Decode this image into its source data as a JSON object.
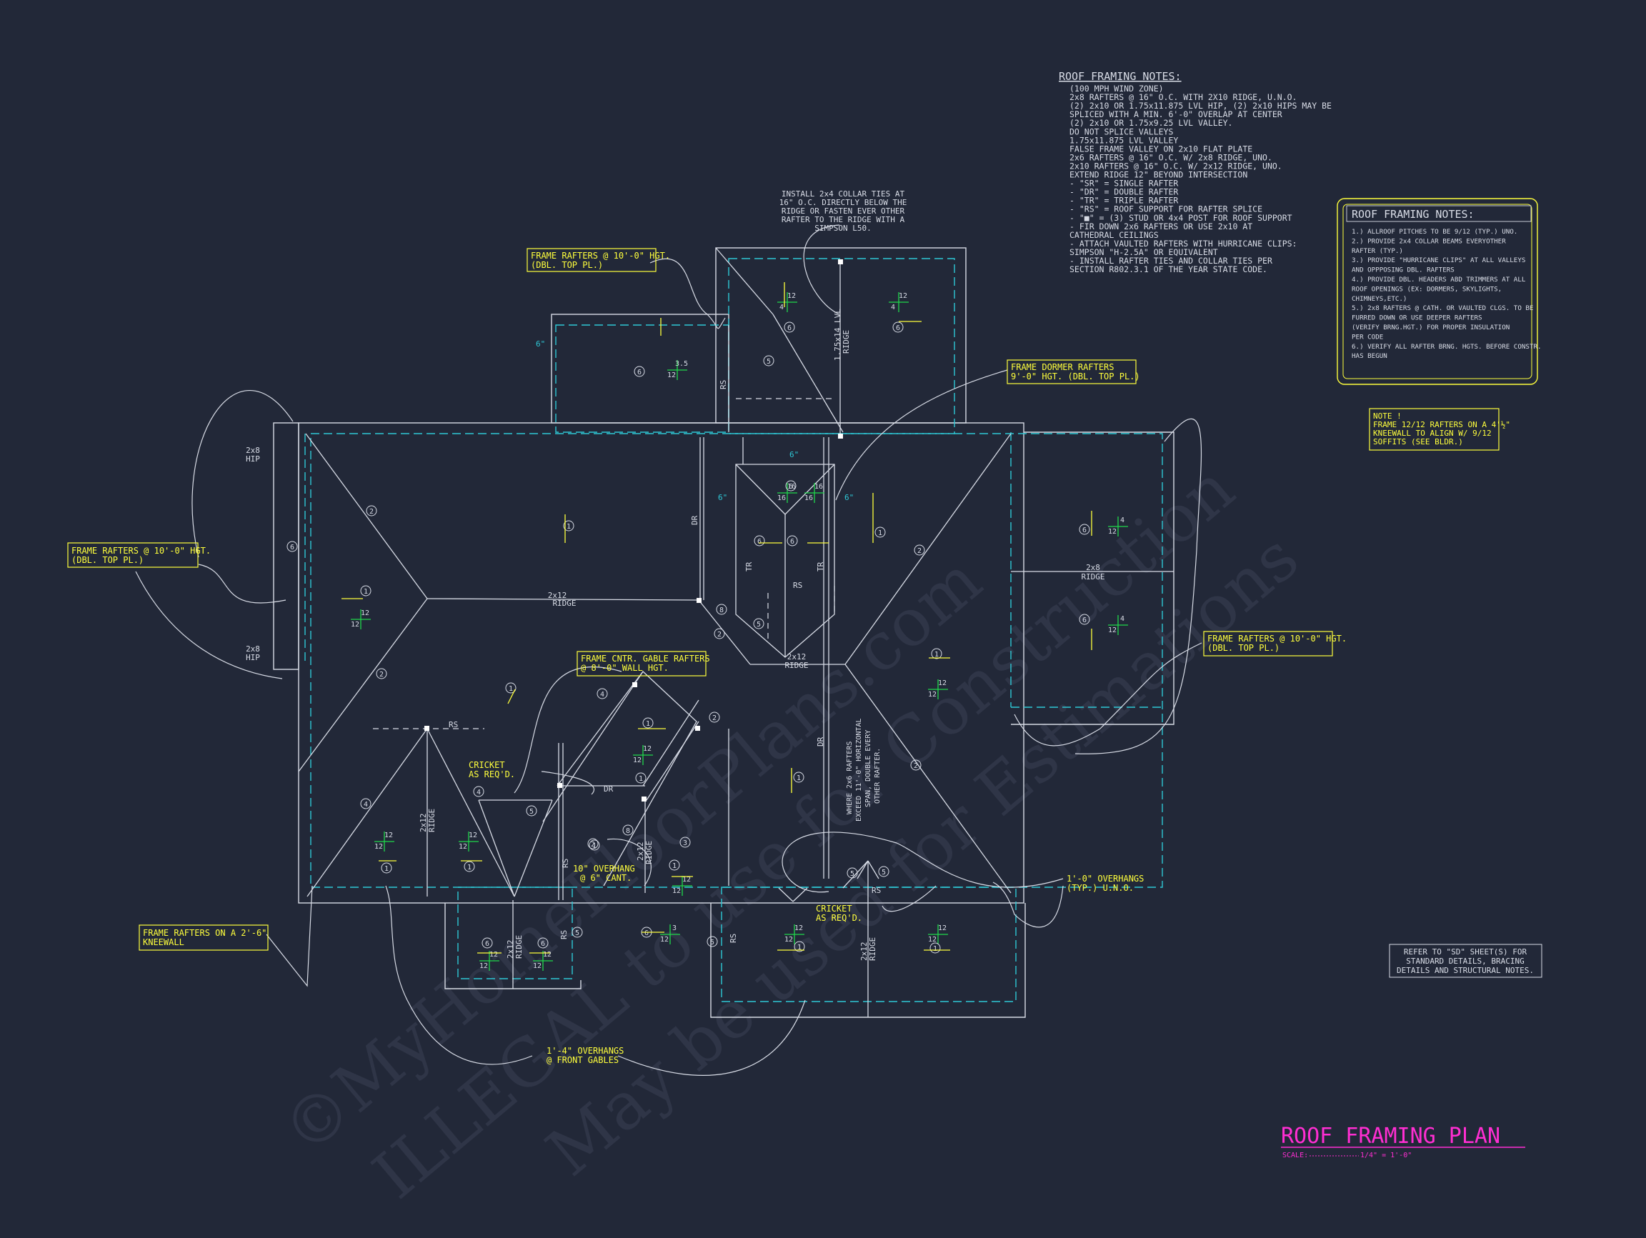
{
  "colors": {
    "background": "#222838",
    "line": "#d8dce6",
    "dashed": "#2ec8d6",
    "callout": "#ffff3c",
    "title": "#ff2ed2",
    "green": "#1fd84a",
    "watermark": "#3a4054"
  },
  "watermark": {
    "line1": "©MyHomeFloorPlans.com",
    "line2": "ILLEGAL to use for Construction",
    "line3": "May be used for Estimations"
  },
  "framing_notes_main": {
    "title": "ROOF FRAMING NOTES:",
    "lines": [
      "(100 MPH WIND ZONE)",
      "2x8 RAFTERS @ 16\" O.C. WITH 2X10 RIDGE, U.N.O.",
      "(2) 2x10 OR 1.75x11.875 LVL HIP, (2) 2x10 HIPS MAY BE",
      "SPLICED WITH A MIN. 6'-0\" OVERLAP AT CENTER",
      "(2) 2x10 OR 1.75x9.25 LVL VALLEY.",
      "DO NOT SPLICE VALLEYS",
      "1.75x11.875 LVL VALLEY",
      "FALSE FRAME VALLEY ON 2x10 FLAT PLATE",
      "2x6 RAFTERS @ 16\" O.C. W/ 2x8 RIDGE, UNO.",
      "2x10 RAFTERS @ 16\" O.C. W/ 2x12 RIDGE, UNO.",
      "EXTEND RIDGE 12\" BEYOND INTERSECTION",
      "- \"SR\" = SINGLE RAFTER",
      "- \"DR\" = DOUBLE RAFTER",
      "- \"TR\" = TRIPLE RAFTER",
      "- \"RS\" = ROOF SUPPORT FOR RAFTER SPLICE",
      "- \"■\" = (3) STUD OR 4x4 POST FOR ROOF SUPPORT",
      "- FIR DOWN 2x6 RAFTERS OR USE 2x10 AT",
      "  CATHEDRAL CEILINGS",
      "- ATTACH VAULTED RAFTERS WITH HURRICANE CLIPS:",
      "  SIMPSON \"H-2.5A\" OR EQUIVALENT",
      "- INSTALL RAFTER TIES AND COLLAR TIES PER",
      "  SECTION R802.3.1 OF THE YEAR STATE CODE."
    ]
  },
  "framing_notes_box": {
    "title": "ROOF FRAMING NOTES:",
    "lines": [
      "1.) ALLROOF PITCHES TO BE 9/12 (TYP.) UNO.",
      "2.) PROVIDE 2x4 COLLAR BEAMS EVERYOTHER",
      "    RAFTER (TYP.)",
      "3.) PROVIDE \"HURRICANE CLIPS\" AT ALL VALLEYS",
      "    AND OPPPOSING DBL. RAFTERS",
      "4.) PROVIDE DBL. HEADERS ABD TRIMMERS AT ALL",
      "    ROOF OPENINGS (EX: DORMERS, SKYLIGHTS,",
      "    CHIMNEYS,ETC.)",
      "5.) 2x8 RAFTERS @ CATH. OR VAULTED CLGS. TO BE",
      "    FURRED DOWN OR USE DEEPER RAFTERS",
      "    (VERIFY BRNG.HGT.) FOR PROPER INSULATION",
      "    PER CODE",
      "6.) VERIFY ALL RAFTER BRNG. HGTS. BEFORE CONSTR.",
      "    HAS BEGUN"
    ]
  },
  "note_box": {
    "lines": [
      "NOTE !",
      "FRAME 12/12 RAFTERS ON A 4'½\"",
      "KNEEWALL TO ALIGN W/ 9/12",
      "SOFFITS (SEE BLDR.)"
    ]
  },
  "refer_box": {
    "lines": [
      "REFER TO \"SD\" SHEET(S) FOR",
      "STANDARD DETAILS, BRACING",
      "DETAILS AND STRUCTURAL NOTES."
    ]
  },
  "collar_note": {
    "lines": [
      "INSTALL 2x4 COLLAR TIES AT",
      "16\" O.C. DIRECTLY BELOW THE",
      "RIDGE OR FASTEN EVER OTHER",
      "RAFTER TO THE RIDGE WITH A",
      "SIMPSON L50."
    ]
  },
  "callouts": {
    "top_left": [
      "FRAME RAFTERS @ 10'-0\" HGT.",
      "(DBL. TOP PL.)"
    ],
    "left": [
      "FRAME RAFTERS @ 10'-0\" HGT.",
      "(DBL. TOP PL.)"
    ],
    "dormer": [
      "FRAME DORMER RAFTERS",
      "9'-0\" HGT. (DBL. TOP PL.)"
    ],
    "right": [
      "FRAME RAFTERS @ 10'-0\" HGT.",
      "(DBL. TOP PL.)"
    ],
    "center_gable": [
      "FRAME CNTR. GABLE RAFTERS",
      "@ 8'-0\" WALL HGT."
    ],
    "kneewall": [
      "FRAME RAFTERS ON A 2'-6\"",
      "KNEEWALL"
    ],
    "cricket1": [
      "CRICKET",
      "AS REQ'D."
    ],
    "cricket2": [
      "CRICKET",
      "AS REQ'D."
    ],
    "overhang_cant": [
      "10\" OVERHANG",
      "@ 6\" CANT."
    ],
    "overhang_typ": [
      "1'-0\" OVERHANGS",
      "(TYP.) U.N.O."
    ],
    "overhang_front": [
      "1'-4\" OVERHANGS",
      "@ FRONT GABLES"
    ]
  },
  "plan_labels": {
    "ridge_2x12": [
      "2x12",
      "RIDGE"
    ],
    "ridge_2x8": [
      "2x8",
      "RIDGE"
    ],
    "lvl_ridge": [
      "1.75x14 LVL",
      "RIDGE"
    ],
    "hip_2x8": [
      "2x8",
      "HIP"
    ],
    "rs": "RS",
    "dr": "DR",
    "tr": "TR",
    "six_in": "6\"",
    "span_note": [
      "WHERE 2x6 RAFTERS",
      "EXCEED 11'-0\" HORIZONTAL",
      "SPAN, DOUBLE EVERY",
      "OTHER RAFTER."
    ],
    "pitch_12": "12",
    "pitch_4": "4",
    "pitch_3": "3",
    "pitch_35": "3.5",
    "pitch_16": "16",
    "n1": "1",
    "n2": "2",
    "n3": "3",
    "n4": "4",
    "n5": "5",
    "n6": "6",
    "n8": "8"
  },
  "title_block": {
    "title": "ROOF FRAMING PLAN",
    "scale_label": "SCALE:",
    "scale_value": "1/4\" = 1'-0\""
  }
}
